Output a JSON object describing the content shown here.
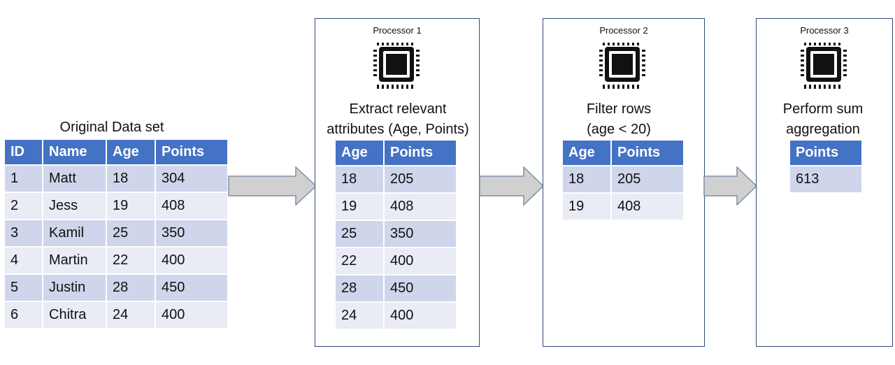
{
  "original": {
    "title": "Original Data set",
    "headers": [
      "ID",
      "Name",
      "Age",
      "Points"
    ],
    "rows": [
      [
        "1",
        "Matt",
        "18",
        "304"
      ],
      [
        "2",
        "Jess",
        "19",
        "408"
      ],
      [
        "3",
        "Kamil",
        "25",
        "350"
      ],
      [
        "4",
        "Martin",
        "22",
        "400"
      ],
      [
        "5",
        "Justin",
        "28",
        "450"
      ],
      [
        "6",
        "Chitra",
        "24",
        "400"
      ]
    ]
  },
  "processors": [
    {
      "label": "Processor 1",
      "caption_line1": "Extract relevant",
      "caption_line2": "attributes (Age, Points)",
      "headers": [
        "Age",
        "Points"
      ],
      "rows": [
        [
          "18",
          "205"
        ],
        [
          "19",
          "408"
        ],
        [
          "25",
          "350"
        ],
        [
          "22",
          "400"
        ],
        [
          "28",
          "450"
        ],
        [
          "24",
          "400"
        ]
      ]
    },
    {
      "label": "Processor 2",
      "caption_line1": "Filter rows",
      "caption_line2": "(age < 20)",
      "headers": [
        "Age",
        "Points"
      ],
      "rows": [
        [
          "18",
          "205"
        ],
        [
          "19",
          "408"
        ]
      ]
    },
    {
      "label": "Processor 3",
      "caption_line1": "Perform sum",
      "caption_line2": "aggregation",
      "headers": [
        "Points"
      ],
      "rows": [
        [
          "613"
        ]
      ]
    }
  ],
  "colors": {
    "header": "#4472c4",
    "row_dark": "#cfd5ea",
    "row_light": "#e9ebf5",
    "arrow_fill": "#d0d0d0",
    "arrow_stroke": "#7f8fa6",
    "panel_border": "#2f4b7c"
  }
}
